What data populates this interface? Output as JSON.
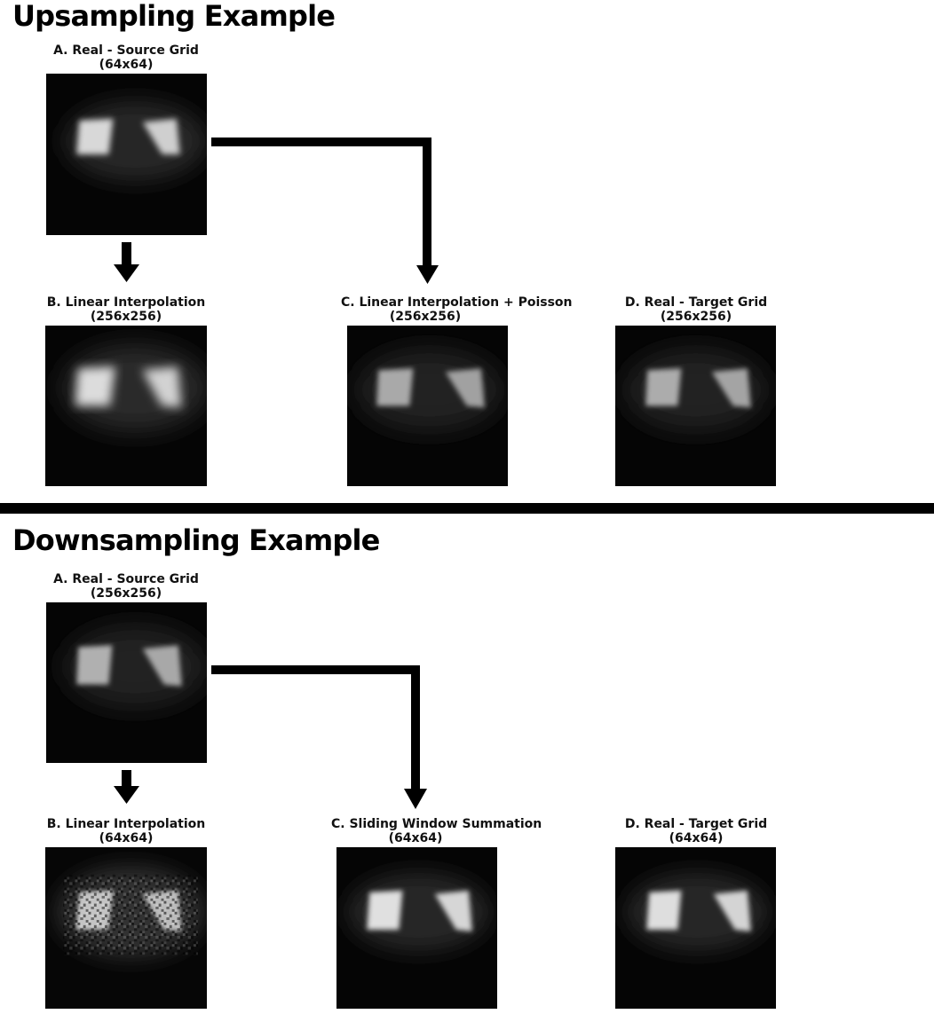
{
  "upsampling": {
    "title": "Upsampling Example",
    "panels": [
      {
        "id": "A",
        "line1": "A. Real - Source Grid",
        "line2": "(64x64)"
      },
      {
        "id": "B",
        "line1": "B. Linear Interpolation",
        "line2": "(256x256)"
      },
      {
        "id": "C",
        "line1": "C. Linear Interpolation + Poisson",
        "line2": "(256x256)"
      },
      {
        "id": "D",
        "line1": "D. Real - Target Grid",
        "line2": "(256x256)"
      }
    ]
  },
  "downsampling": {
    "title": "Downsampling Example",
    "panels": [
      {
        "id": "A",
        "line1": "A. Real - Source Grid",
        "line2": "(256x256)"
      },
      {
        "id": "B",
        "line1": "B. Linear Interpolation",
        "line2": "(64x64)"
      },
      {
        "id": "C",
        "line1": "C. Sliding Window Summation",
        "line2": "(64x64)"
      },
      {
        "id": "D",
        "line1": "D. Real - Target Grid",
        "line2": "(64x64)"
      }
    ]
  }
}
